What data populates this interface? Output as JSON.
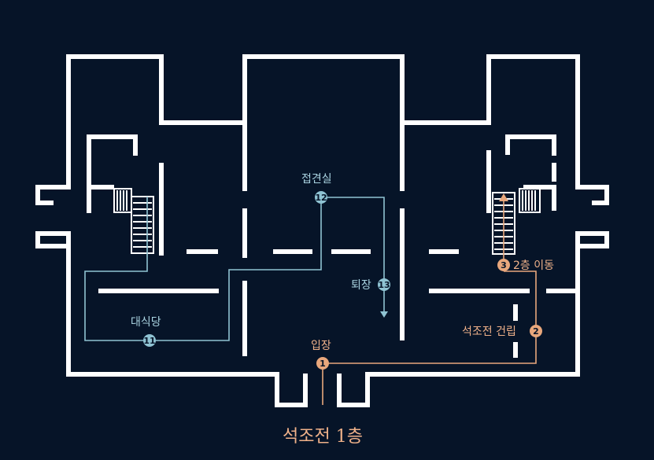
{
  "title": "석조전 1층",
  "colors": {
    "background": "#061428",
    "walls": "#ffffff",
    "route_blue": "#8fc3d3",
    "route_orange": "#e8a77c"
  },
  "stops": [
    {
      "number": "1",
      "label": "입장",
      "route": "orange"
    },
    {
      "number": "2",
      "label": "석조전 건립",
      "route": "orange"
    },
    {
      "number": "3",
      "label": "2층 이동",
      "route": "orange"
    },
    {
      "number": "11",
      "label": "대식당",
      "route": "blue"
    },
    {
      "number": "12",
      "label": "접견실",
      "route": "blue"
    },
    {
      "number": "13",
      "label": "퇴장",
      "route": "blue"
    }
  ]
}
